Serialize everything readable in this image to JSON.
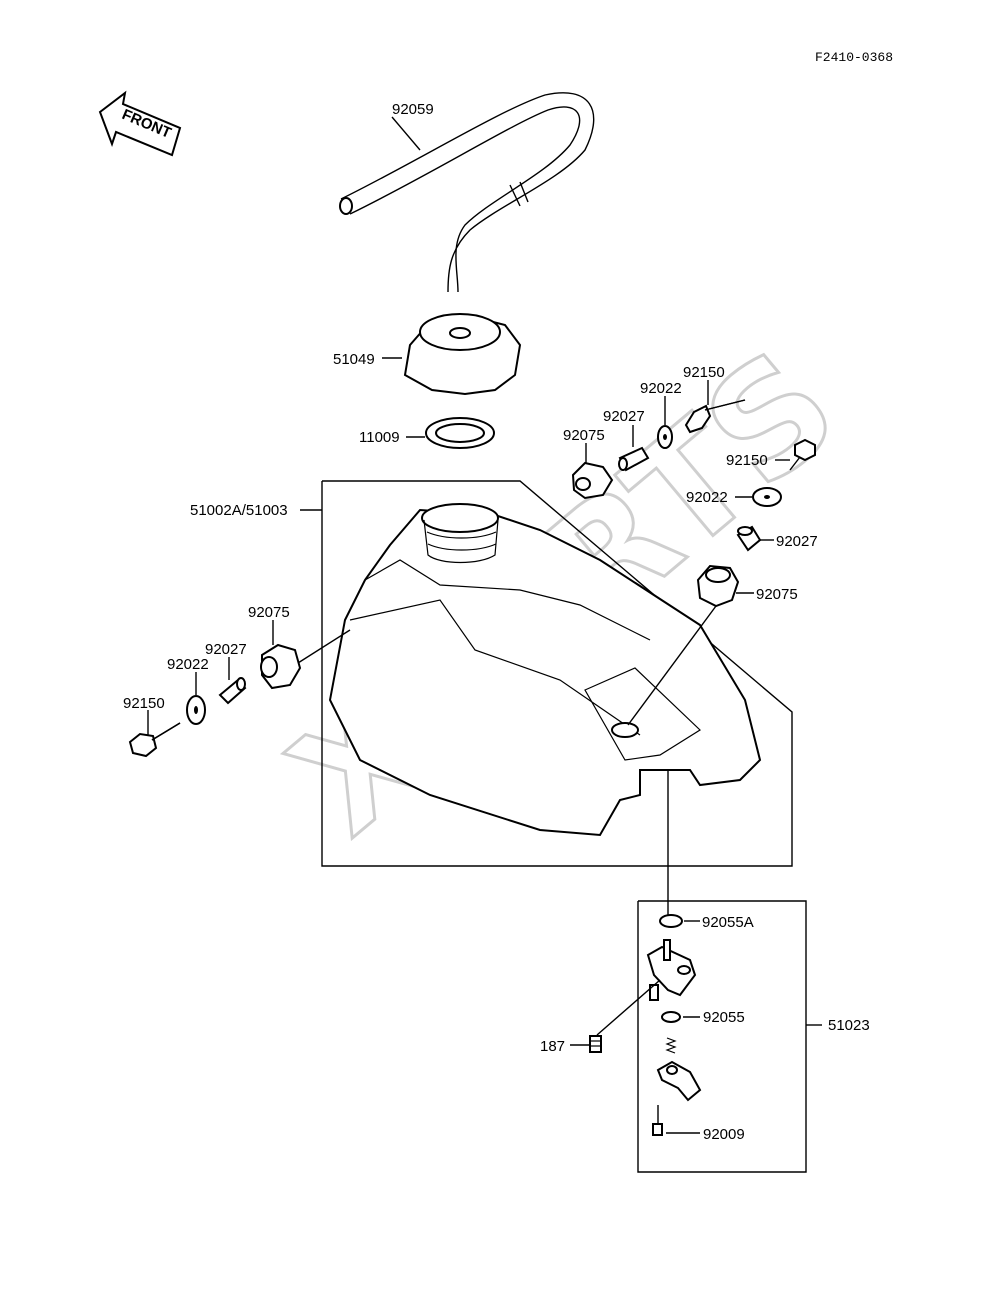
{
  "diagram": {
    "code": "F2410-0368",
    "front_label": "FRONT",
    "watermark": "XPARTS",
    "labels": {
      "hose": "92059",
      "cap": "51049",
      "gasket": "11009",
      "tank": "51002A/51003",
      "damper_top": "92075",
      "collar_top": "92027",
      "washer_top": "92022",
      "bolt_top": "92150",
      "bolt_right": "92150",
      "washer_right": "92022",
      "collar_right": "92027",
      "damper_right": "92075",
      "damper_left": "92075",
      "collar_left": "92027",
      "washer_left": "92022",
      "bolt_left": "92150",
      "oring_a": "92055A",
      "oring": "92055",
      "cock_assy": "51023",
      "screw": "187",
      "cock_screw": "92009"
    }
  }
}
